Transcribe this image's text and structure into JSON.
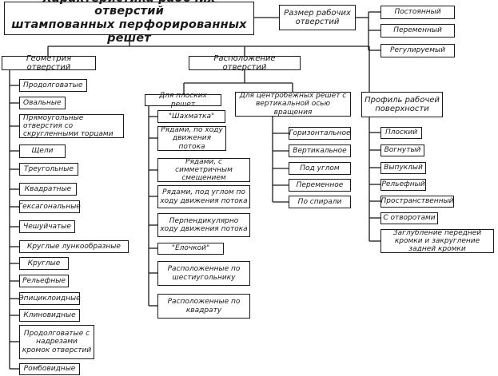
{
  "title": {
    "line1": "Характеристика рабочих отверстий",
    "line2": "штампованных перфорированных решет"
  },
  "size": {
    "label": "Размер рабочих отверстий",
    "items": [
      "Постоянный",
      "Переменный",
      "Регулируемый"
    ]
  },
  "geometry": {
    "label": "Геометрия отверстий",
    "items": [
      "Продолговатые",
      "Овальные",
      "Прямоугольные отверстия со скругленными торцами",
      "Щели",
      "Треугольные",
      "Квадратные",
      "Гексагональные",
      "Чешуйчатые",
      "Круглые лункообразные",
      "Круглые",
      "Рельефные",
      "Эпициклоидные",
      "Клиновидные",
      "Продолговатые с надрезами кромок отверстий",
      "Ромбовидные"
    ]
  },
  "arrangement": {
    "label": "Расположение отверстий",
    "flat": {
      "label": "Для плоских решет",
      "items": [
        "\"Шахматка\"",
        "Рядами, по ходу движения потока",
        "Рядами, с симметричным смещением",
        "Рядами, под углом по ходу движения потока",
        "Перпендикулярно ходу движения потока",
        "\"Елочкой\"",
        "Расположенные по шестиугольнику",
        "Расположенные по квадрату"
      ]
    },
    "centrifugal": {
      "label": "Для центробежных решет с вертикальной осью вращения",
      "items": [
        "Горизонтальное",
        "Вертикальное",
        "Под углом",
        "Переменное",
        "По спирали"
      ]
    }
  },
  "profile": {
    "label": "Профиль рабочей поверхности",
    "items": [
      "Плоский",
      "Вогнутый",
      "Выпуклый",
      "Рельефный",
      "Пространственный",
      "С отворотами",
      "Заглубление передней кромки и закругление задней кромки"
    ]
  }
}
